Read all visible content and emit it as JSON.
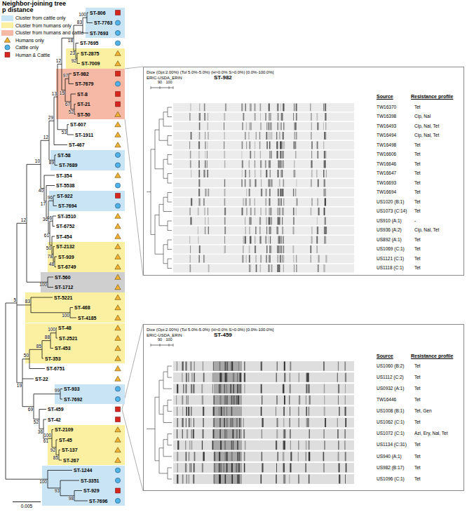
{
  "diagram": {
    "title": "Neighbor-joining tree p distance",
    "nodes": [
      {
        "text": [
          "ST-806",
          "ST-7763",
          "ST-7693"
        ]
      },
      {
        "text": [
          "ST-2875",
          "ST-7009"
        ]
      },
      {
        "text": [
          "ST-982",
          "ST-7679",
          "ST-8",
          "ST-21",
          "ST-50"
        ]
      },
      {
        "text": [
          "ST-58",
          "ST-7689"
        ]
      },
      {
        "text": [
          "ST-922",
          "ST-7694"
        ]
      },
      {
        "text": [
          "ST-2132",
          "ST-939",
          "ST-6749"
        ]
      },
      {
        "text": [
          "ST-560",
          "ST-1712"
        ]
      },
      {
        "text": [
          "ST-5221",
          "ST-468",
          "ST-4185"
        ]
      },
      {
        "text": [
          "ST-48",
          "ST-2521",
          "ST-453",
          "ST-353"
        ]
      },
      {
        "text": [
          "ST-933",
          "ST-7692"
        ]
      },
      {
        "text": [
          "ST-2109",
          "ST-45",
          "ST-137",
          "ST-267"
        ]
      },
      {
        "text": [
          "ST-1244",
          "ST-3351",
          "ST-929",
          "ST-7696"
        ]
      },
      {
        "text": [
          "Dice (Opt:2.00%) (Tol 5.0%-5.0%) (H>0.0% S>0.0%) [0.0%-100.0%]",
          "ERIC-USDA_ERIN",
          "ST-982",
          "90",
          "100",
          "Source",
          "Resistance profile",
          "TW16370",
          "Tet",
          "TW16398",
          "Cip, Nal",
          "TW16493",
          "Cip, Nal, Tet",
          "TW16494",
          "Cip, Nal, Tet",
          "TW16498",
          "Tet",
          "TW16606",
          "Tet",
          "TW16646",
          "Tet",
          "TW16647",
          "Tet",
          "TW16693",
          "Tet",
          "TW16694",
          "Tet",
          "US1020 (B:1)",
          "Tet",
          "US1073 (C:14)",
          "Tet",
          "US910 (A:1)",
          "-",
          "US936 (A:2)",
          "Cip, Nal, Tet",
          "US892 (A:1)",
          "Tet",
          "US1069 (C:1)",
          "Tet",
          "US1121 (C:1)",
          "Tet",
          "US1118 (C:1)",
          "Tet"
        ]
      },
      {
        "text": [
          "Dice (Opt:2.00%) (Tol 5.0%-5.0%) (H>0.0% S>0.0%) [0.0%-100.0%]",
          "ERIC-USDA_ERIN",
          "ST-459",
          "90",
          "100",
          "Source",
          "Resistance profile",
          "US1060 (B:2)",
          "Tet",
          "US1112 (C:2)",
          "Tet",
          "US0932 (A:1)",
          "Tet",
          "TW16446",
          "Tet",
          "US1008 (B:1)",
          "Tet, Gen",
          "US1062 (C:1)",
          "Tet",
          "US1072 (C:1)",
          "Azi, Ery, Nal, Tet",
          "US1134 (C:31)",
          "Tet",
          "US940 (A:1)",
          "Tet",
          "US982 (B:17)",
          "Tet",
          "US1096 (C:1)",
          "Tet"
        ]
      }
    ],
    "edges": [
      {
        "from": 2,
        "to": 12,
        "arrow": "none"
      }
    ],
    "labels": [
      "ST-7695",
      "ST-607",
      "ST-1911",
      "ST-467",
      "ST-354",
      "ST-5538",
      "ST-3510",
      "ST-6752",
      "ST-454",
      "ST-6751",
      "ST-22",
      "ST-459",
      "ST-42",
      "100",
      "83",
      "18",
      "23",
      "92",
      "97",
      "12",
      "15",
      "13",
      "67",
      "52",
      "29",
      "53",
      "12",
      "89",
      "10",
      "40",
      "17",
      "96",
      "36",
      "46",
      "61",
      "50",
      "78",
      "48",
      "12",
      "100",
      "5",
      "83",
      "100",
      "100",
      "88",
      "85",
      "50",
      "19",
      "99",
      "69",
      "52",
      "36",
      "61",
      "100",
      "92",
      "85",
      "100",
      "93",
      "98",
      "0.005"
    ],
    "legend": [
      {
        "text": "Cluster from cattle only",
        "color": "#c8e4f5"
      },
      {
        "text": "Cluster from humans only",
        "color": "#fbf0a2"
      },
      {
        "text": "Cluster from humans and cattle",
        "color": "#f5b9a6"
      },
      {
        "text": "Humans only"
      },
      {
        "text": "Cattle only"
      },
      {
        "text": "Human & Cattle"
      }
    ]
  }
}
